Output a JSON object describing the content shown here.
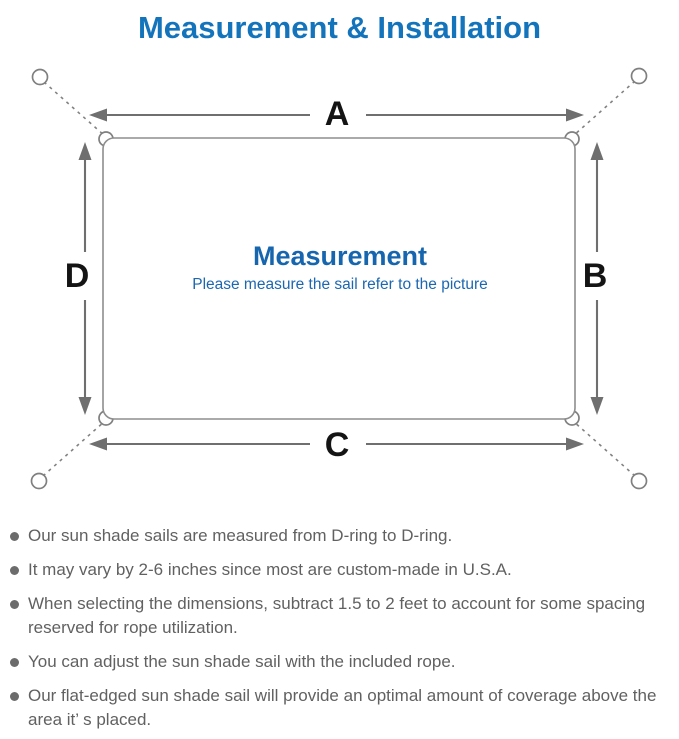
{
  "title": "Measurement & Installation",
  "diagram": {
    "edge_labels": {
      "top": "A",
      "right": "B",
      "bottom": "C",
      "left": "D"
    },
    "heading": "Measurement",
    "subheading": "Please measure the sail refer to the picture"
  },
  "notes": [
    "Our sun shade sails are measured from D-ring to D-ring.",
    "It may vary by 2-6 inches since most are custom-made in U.S.A.",
    "When selecting the dimensions, subtract 1.5 to 2 feet to account for some spacing reserved for rope utilization.",
    "You can adjust the sun shade sail with the included rope.",
    "Our flat-edged sun shade sail will provide an optimal amount of coverage above the area it’ s placed."
  ],
  "colors": {
    "title_blue": "#1374bc",
    "heading_blue": "#1566ae",
    "subtitle_blue": "#1c67b0",
    "line_gray": "#8d8d8d",
    "arrow_gray": "#6f6f6f",
    "note_text_gray": "#616161",
    "label_black": "#141414"
  }
}
